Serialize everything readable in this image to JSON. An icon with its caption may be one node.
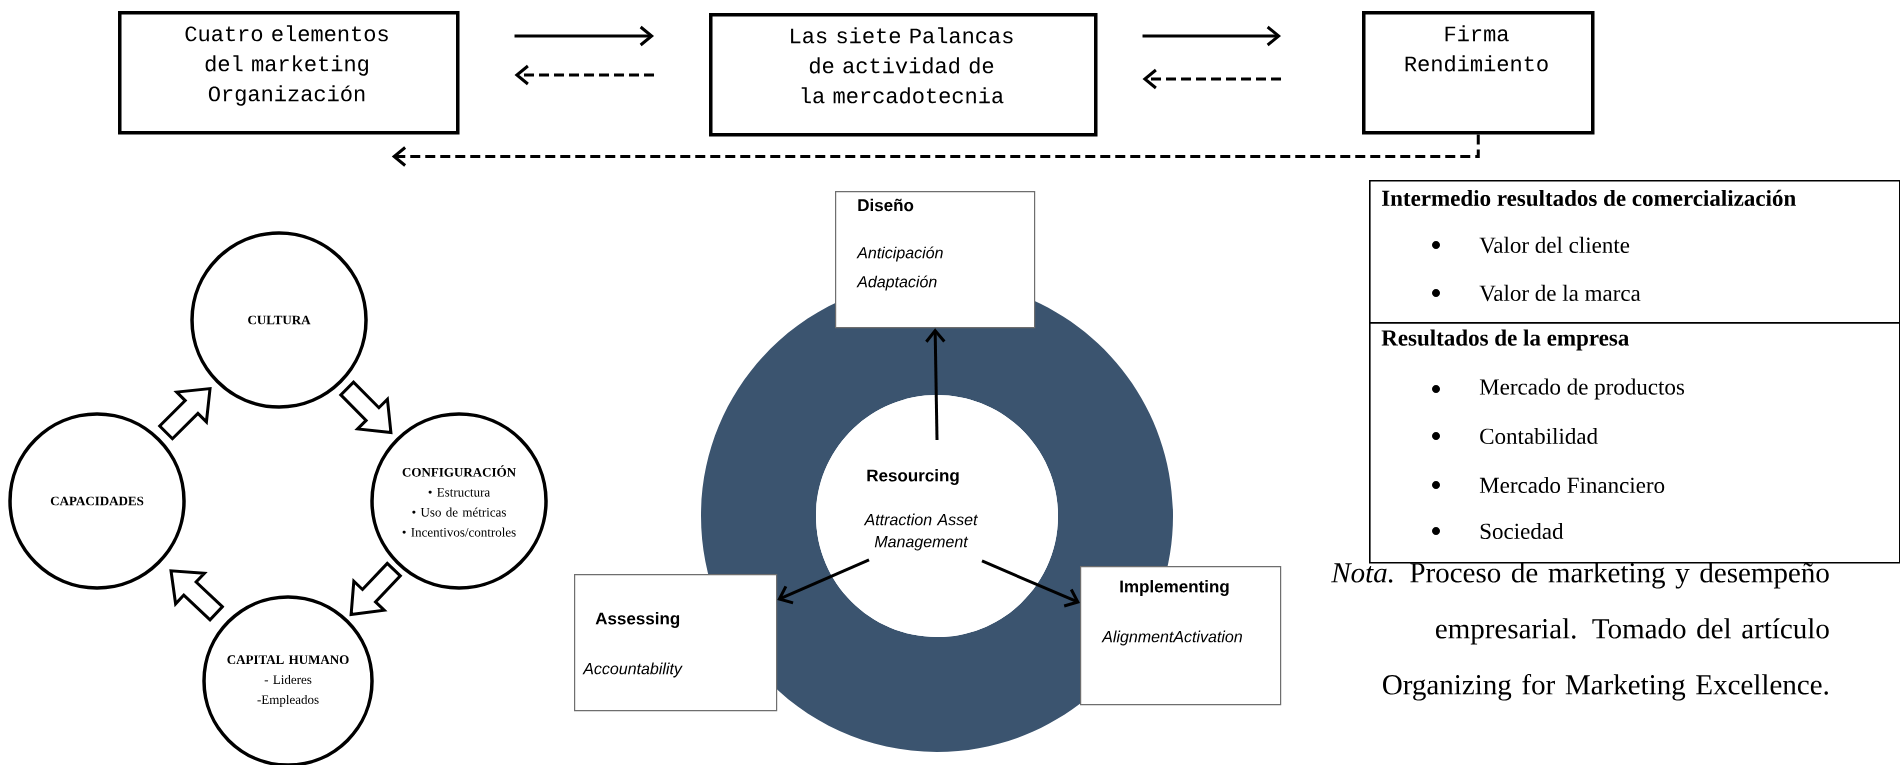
{
  "diagram": {
    "caption": "*Nota.* Proceso de marketing y desempeño empresarial. Tomado del artículo Organizing for Marketing Excellence.",
    "nodes": [
      {
        "text": [
          "Cuatro elementos del marketing Organización"
        ]
      },
      {
        "text": [
          "Las siete Palancas de actividad de la mercadotecnia"
        ]
      },
      {
        "text": [
          "Firma Rendimiento"
        ]
      },
      {
        "text": [
          "CULTURA"
        ]
      },
      {
        "text": [
          "CAPACIDADES"
        ]
      },
      {
        "text": [
          "CONFIGURACIÓN",
          "• Estructura",
          "• Uso de métricas",
          "• Incentivos/controles"
        ]
      },
      {
        "text": [
          "CAPITAL HUMANO",
          "- Lideres",
          "-Empleados"
        ]
      },
      {
        "text": [
          "Diseño",
          "Anticipación",
          "Adaptación"
        ]
      },
      {
        "text": [
          "Resourcing",
          "Attraction Asset Management"
        ]
      },
      {
        "text": [
          "Assessing",
          "Accountability"
        ]
      },
      {
        "text": [
          "Implementing",
          "AlignmentActivation"
        ]
      },
      {
        "text": [
          "Intermedio resultados de comercialización",
          "Valor del cliente",
          "Valor de la marca"
        ]
      },
      {
        "text": [
          "Resultados de la empresa",
          "Mercado de productos",
          "Contabilidad",
          "Mercado Financiero",
          "Sociedad"
        ]
      }
    ],
    "edges": [
      {
        "from": 0,
        "to": 1,
        "arrow": "to"
      },
      {
        "from": 1,
        "to": 0,
        "arrow": "to",
        "style": "dashed"
      },
      {
        "from": 1,
        "to": 2,
        "arrow": "to"
      },
      {
        "from": 2,
        "to": 1,
        "arrow": "to",
        "style": "dashed"
      },
      {
        "from": 2,
        "to": 0,
        "arrow": "to",
        "style": "dashed"
      },
      {
        "from": 3,
        "to": 5,
        "arrow": "to",
        "style": "thick"
      },
      {
        "from": 5,
        "to": 6,
        "arrow": "to",
        "style": "thick"
      },
      {
        "from": 6,
        "to": 4,
        "arrow": "to",
        "style": "thick"
      },
      {
        "from": 4,
        "to": 3,
        "arrow": "to",
        "style": "thick"
      },
      {
        "from": 8,
        "to": 7,
        "arrow": "to"
      },
      {
        "from": 8,
        "to": 9,
        "arrow": "to"
      },
      {
        "from": 8,
        "to": 10,
        "arrow": "to"
      }
    ]
  }
}
